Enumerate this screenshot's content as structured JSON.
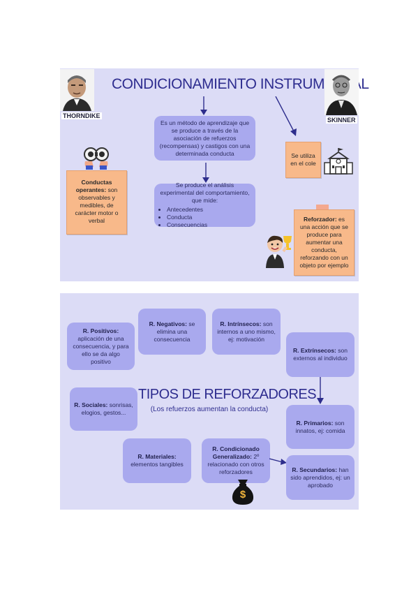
{
  "panel1": {
    "title": "CONDICIONAMIENTO INSTRUMENTAL",
    "thorndike_caption": "THORNDIKE",
    "skinner_caption": "SKINNER",
    "definition": "Es un método de aprendizaje que se produce a través de la asociación de refuerzos (recompensas) y castigos con una determinada conducta",
    "analysis_intro": "Se produce el análisis experimental del comportamiento, que mide:",
    "analysis_items": [
      "Antecedentes",
      "Conducta",
      "Consecuencias"
    ],
    "operantes_bold": "Conductas operantes:",
    "operantes_text": "son observables y medibles, de carácter motor o verbal",
    "se_utiliza": "Se utiliza en el cole",
    "reforzador_bold": "Reforzador:",
    "reforzador_text": "es una acción que se produce para aumentar una conducta, reforzando con un objeto por ejemplo"
  },
  "panel2": {
    "title": "TIPOS DE REFORZADORES",
    "subtitle": "(Los refuerzos aumentan la conducta)",
    "boxes": {
      "positivos": {
        "bold": "R. Positivos:",
        "text": "aplicación de una consecuencia, y para ello se da algo positivo"
      },
      "negativos": {
        "bold": "R. Negativos:",
        "text": "se elimina una consecuencia"
      },
      "intrinsecos": {
        "bold": "R. Intrínsecos:",
        "text": "son internos a uno mismo, ej: motivación"
      },
      "extrinsecos": {
        "bold": "R. Extrínsecos:",
        "text": "son externos al individuo"
      },
      "sociales": {
        "bold": "R. Sociales:",
        "text": "sonrisas, elogios, gestos..."
      },
      "primarios": {
        "bold": "R. Primarios:",
        "text": "son innatos, ej: comida"
      },
      "materiales": {
        "bold": "R. Materiales:",
        "text": "elementos tangibles"
      },
      "condicionado": {
        "bold": "R. Condicionado Generalizado:",
        "text": "2º relacionado con otros reforzadores"
      },
      "secundarios": {
        "bold": "R. Secundarios:",
        "text": "han sido aprendidos, ej: un aprobado"
      }
    },
    "money_symbol": "$"
  },
  "colors": {
    "panel_bg": "#dcdcf6",
    "box": "#a9a9ee",
    "note": "#f8b98a",
    "title": "#2e2d8f",
    "arrow": "#2d2d8c"
  }
}
